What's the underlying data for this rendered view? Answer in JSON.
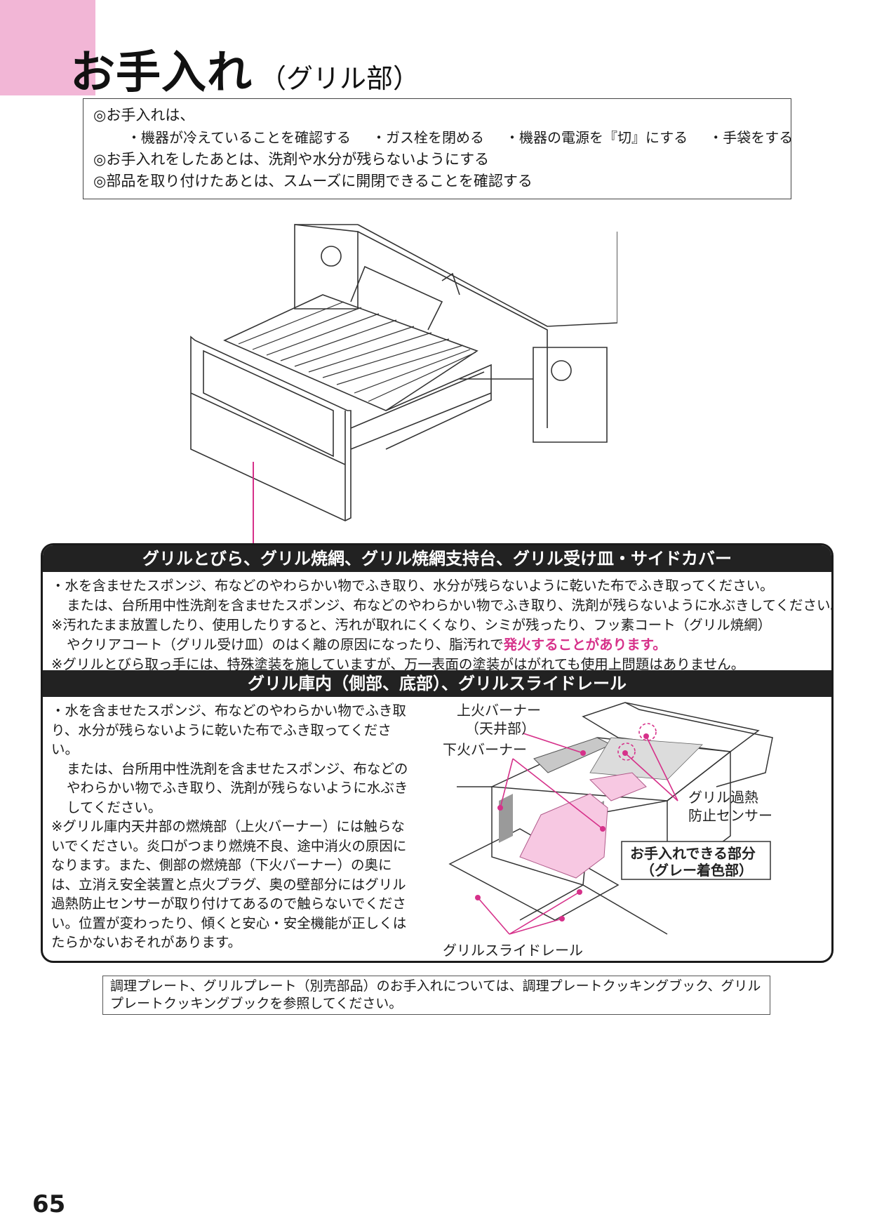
{
  "title": {
    "main": "お手入れ",
    "sub": "（グリル部）"
  },
  "notice": {
    "line1": "◎お手入れは、",
    "bullets": [
      "・機器が冷えていることを確認する",
      "・ガス栓を閉める",
      "・機器の電源を『切』にする",
      "・手袋をする"
    ],
    "line2": "◎お手入れをしたあとは、洗剤や水分が残らないようにする",
    "line3": "◎部品を取り付けたあとは、スムーズに開閉できることを確認する"
  },
  "section1": {
    "heading": "グリルとびら、グリル焼網、グリル焼網支持台、グリル受け皿・サイドカバー",
    "p1": "・水を含ませたスポンジ、布などのやわらかい物でふき取り、水分が残らないように乾いた布でふき取ってください。",
    "p2": "または、台所用中性洗剤を含ませたスポンジ、布などのやわらかい物でふき取り、洗剤が残らないように水ぶきしてください。",
    "p3": "※汚れたまま放置したり、使用したりすると、汚れが取れにくくなり、シミが残ったり、フッ素コート（グリル焼網）",
    "p4a": "やクリアコート（グリル受け皿）のはく離の原因になったり、脂汚れで",
    "p4b": "発火することがあります。",
    "p5": "※グリルとびら取っ手には、特殊塗装を施していますが、万一表面の塗装がはがれても使用上問題はありません。"
  },
  "section2": {
    "heading": "グリル庫内（側部、底部）、グリルスライドレール",
    "p1": "・水を含ませたスポンジ、布などのやわらかい物でふき取り、水分が残らないように乾いた布でふき取ってください。",
    "p2": "または、台所用中性洗剤を含ませたスポンジ、布などのやわらかい物でふき取り、洗剤が残らないように水ぶきしてください。",
    "p3": "※グリル庫内天井部の燃焼部（上火バーナー）には触らないでください。炎口がつまり燃焼不良、途中消火の原因になります。また、側部の燃焼部（下火バーナー）の奥には、立消え安全装置と点火プラグ、奥の壁部分にはグリル過熱防止センサーが取り付けてあるので触らないでください。位置が変わったり、傾くと安心・安全機能が正しくはたらかないおそれがあります。",
    "labels": {
      "upper_burner_1": "上火バーナー",
      "upper_burner_2": "（天井部）",
      "lower_burner": "下火バーナー",
      "sensor_1": "グリル過熱",
      "sensor_2": "防止センサー",
      "care_area_1": "お手入れできる部分",
      "care_area_2": "（グレー着色部）",
      "slide_rail": "グリルスライドレール"
    }
  },
  "footnote": "調理プレート、グリルプレート（別売部品）のお手入れについては、調理プレートクッキングブック、グリルプレートクッキングブックを参照してください。",
  "page_number": "65",
  "colors": {
    "accent": "#d6318a",
    "tab": "#f2b6d6"
  }
}
